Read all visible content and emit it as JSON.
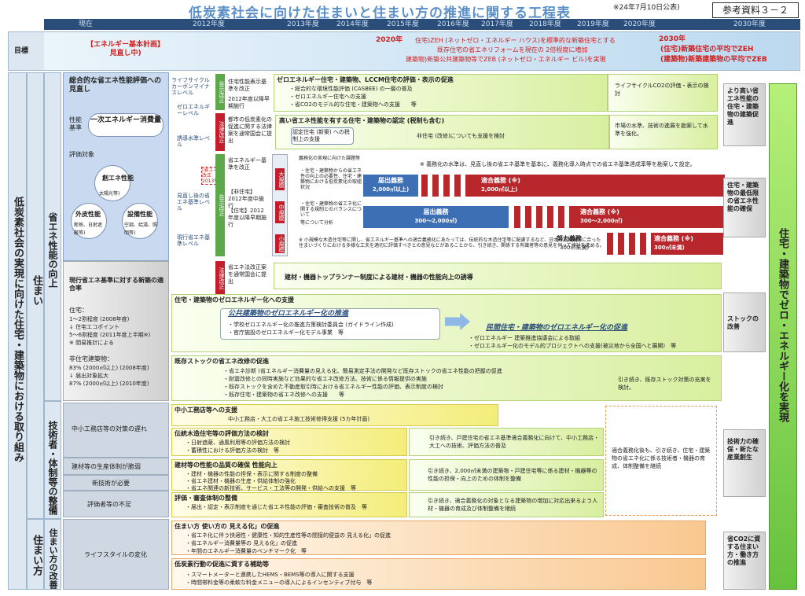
{
  "header": {
    "title": "低炭素社会に向けた住まいと住まい方の推進に関する工程表",
    "date": "※24年7月10日公表)",
    "ref": "参考資料３－２"
  },
  "years": [
    "現在",
    "2012年度",
    "2013年度",
    "2014年度",
    "2015年度",
    "2016年度",
    "2017年度",
    "2018年度",
    "2019年度",
    "2020年度",
    "2030年度"
  ],
  "goal": {
    "label": "目標",
    "plan": "【エネルギー基本計画】\n見直し中)",
    "y2020": "2020年",
    "line1": "住宅)ZEH (ネットゼロ・エネルギー ハウス)を標準的な新築住宅とする",
    "line2": "既存住宅の省エネリフォームを現在の 2倍程度に増加",
    "line3": "建築物)新築公共建築物等でZEB (ネットゼロ・エネルギー ビル)を実現",
    "y2030": "2030年",
    "r1": "(住宅)新築住宅の平均でZEH",
    "r2": "(建築物)新築建築物の平均でZEB"
  },
  "left": {
    "main": "低炭素社会の実現に向けた住宅・建築物における取り組み",
    "sumai": "住まい",
    "sumaikata": "住まい方",
    "seino": "省エネ性能の向上",
    "gijutsu": "技術者・体制等の整備",
    "kaizen": "住まい方の改善"
  },
  "eval": {
    "heading": "総合的な省エネ性能評価への見直し",
    "kijun": "性能基準",
    "primary": "一次エネルギー消費量",
    "taisho": "評価対象",
    "c1": "創エネ性能",
    "c1s": "太陽光等)",
    "c2": "外皮性能",
    "c2s": "断熱、日射遮蔽等)",
    "c3": "設備性能",
    "c3s": "空調、給湯、照明等)",
    "lifecycle": "ライフサイクルカーボンマイナスレベル",
    "zero": "ゼロエネルギーレベル",
    "yudo": "誘導水準レベル",
    "minimum": "見直し後の省エネ基準レベル",
    "current": "現行省エネ基準レベル",
    "kaisei": "(省エネ法改正 2013年)"
  },
  "present": {
    "heading": "現行省エネ基準に対する新築の適合率",
    "jutaku": "住宅：",
    "j1": "1～2割程度 (2008年度)",
    "j2": "↓ 住宅エコポイント",
    "j3": "5～6割程度 (2011年度上半期※)",
    "j4": "※ 間易推計による",
    "hi": "非住宅建築物：",
    "h1": "83% (2000㎡以上) (2008年度)",
    "h2": "↓ 届出対象拡大",
    "h3": "87% (2000㎡以上) (2010年度)"
  },
  "tags": [
    "告示改正",
    "法律改正",
    "告示改正",
    "法律改正"
  ],
  "rows": {
    "r1a": "住宅性能表示基準を改正",
    "r1b": "2012年度以降早期施行",
    "r1c": "ゼロエネルギー住宅・建築物、LCCM住宅の評価・表示の促進",
    "r1d": "・総合的な環境性能評価 (CASBEE) の一層の普及",
    "r1e": "・ゼロエネルギー住宅への支援",
    "r1f": "・省CO2のモデル的な住宅・建築物への支援　　等",
    "r1g": "ライフサイクルCO2の評価・表示の検討",
    "r2a": "都市の低炭素化の促進に関する法律案を通常国会に提出",
    "r2b": "高い省エネ性能を有する住宅・建築物の認定 (税制も含む)",
    "r2c": "認定住宅 (新築) への税制上の支援",
    "r2d": "非住宅 (改修)についても支援を検討",
    "r2e": "市場の水準、技術の進展を勘案して水準を強化。",
    "r3a": "省エネルギー基準を改正",
    "r3b": "【非住宅】2012年度中施行",
    "r3c": "【住宅】2012年度以降早期施行",
    "r3d": "義務化の実現に向けた課題等",
    "r3e": "・住宅・建築物からの省エネ性の向上の必要性、住宅・建築物における低炭素化の取組状況",
    "r3f": "・住宅・建築物の省エネ化に関する規制とのバランスについて",
    "r3g": "等について分析",
    "note": "※ 義務化の水準は、見直し後の省エネ基準を基本に、義務化導入時点での省エネ基準達成率等を勘案して設定。",
    "large": "大規模",
    "mid": "中規模",
    "small": "小規模",
    "todoke": "届出義務",
    "todoke1": "2,000㎡以上)",
    "todoke2": "300～2,000㎡)",
    "tekigo": "適合義務 (※)",
    "tekigo1": "2,000㎡以上)",
    "tekigo2": "300～2,000㎡)",
    "doryoku": "努力義務",
    "doryoku1": "300㎡未満)",
    "tekigo3": "300㎡未満)",
    "smallnote": "※ 小規模な木造住宅等に関し、省エネルギー基準への適合義務化にあたっては、伝統的な木造住宅等に配慮するなど、日本の気候風土に合った住まいづくりにおける多様な工夫を適切に評価すべきとの意見などがあることから、引き続き、関係する有識者等の意見を伺って検討を進める。",
    "r4a": "省エネ法改正案を通常国会に提出",
    "r4b": "建材・機器トップランナー制度による建材・機器の性能向上の誘導"
  },
  "zeb": {
    "head": "住宅・建築物のゼロエネルギー化への支援",
    "pub": "公共建築物のゼロエネルギー化の推進",
    "pub1": "・学校ゼロエネルギー化の推進方策検討委員会 (ガイドライン作成)",
    "pub2": "・官庁施設のゼロエネルギー化モデル事業　等",
    "priv": "民間住宅・建築物のゼロエネルギー化の促進",
    "priv1": "・ゼロエネルギー 建築推進協議会による取組",
    "priv2": "・ゼロエネルギー化のモデル的プロジェクトへの支援(被災地から全国へと展開)　等",
    "kizon": "既存ストックの省エネ改修の促進",
    "k1": "・省エネ診断 (省エネルギー消費量の見える化、簡易測定手法の開発など既存ストックの省エネ性能の把握の促進",
    "k2": "・耐震改修との同時実施など効果的な省エネ改修方法、技術に係る情報提供の実施",
    "k3": "・既存ストックを含めた不動産取引時における省エネルギー性能の評価、表示制度の検討",
    "k4": "・既存住宅・建築物の省エネ改修への支援　　等",
    "k5": "引き続き、既存ストック対策の充実を検討。"
  },
  "tech": {
    "l1": "中小工務店等の対策の遅れ",
    "l2": "建材等の生産体制が脆弱",
    "l3": "新技術が必要",
    "l4": "評価者等の不足",
    "a": "中小工務店等への支援",
    "a1": "中小工務店・大工の省エネ施工技術修得支援 (5カ年計画)",
    "b": "伝統木造住宅等の評価方法の検討",
    "b1": "・日射遮蔽、通風利用等の評価方法の検討",
    "b2": "・蓄積性における評価方法の検討　等",
    "b3": "引き続き、戸建住宅の省エネ基準適合義務化に向けて、中小工務店・大工への技術、評価方法の普及",
    "c": "建材等の性能の品質の確保 性能向上",
    "c1": "・建材・機器の性能の担保・表示に関する制度の整備",
    "c2": "・省エネ建材・機器の生産・供給体制の強化",
    "c3": "・省エネ関連の新技術、サービス・工法等の開発・供給への支援　等",
    "c4": "引き続き、2,000㎡未満の建築物・戸建住宅等に係る建材・機器等の性能の担保・向上のための体制を整備",
    "d": "評価・審査体制の整備",
    "d1": "・届出・認定・表示制度を通じた省エネ性能の評価・審査技術の普及　等",
    "d2": "引き続き、適合義務化の対象となる建築物の増加に対応出来るよう人材・機器の育成及び体制整備を継続",
    "e": "適合義務化後も、引き続き、住宅・建築物の省エネ化に係る技術者・機器の育成、体制整備を継続"
  },
  "life": {
    "label": "ライフスタイルの変化",
    "a": "住まい方 使い方の 見える化」の促進",
    "a1": "・省エネ化に伴う快適性・健康性・知的生産性等の間接的便益の 見える化」の促進",
    "a2": "・省エネルギー消費量等の 見える化」の促進",
    "a3": "・年間のエネルギー消費量のベンチマーク化　等",
    "b": "低炭素行動の促進に資する補助等",
    "b1": "・スマートメーターと連携したHEMS・BEMS等の導入に関する支援",
    "b2": "・時間帯料金等の柔軟な料金メニューの導入によるインセンティブ付与　等"
  },
  "outcomes": {
    "o1": "より高い省エネ性能の住宅・建築物の建築促進",
    "o2": "住宅・建築物の最低限の省エネ性能の確保",
    "o3": "ストックの改善",
    "o4": "技術力の確保・新たな産業創生",
    "o5": "省CO2に資する住まい方・働き方の推進",
    "final": "住宅・建築物でゼロ・エネルギー化を実現"
  }
}
